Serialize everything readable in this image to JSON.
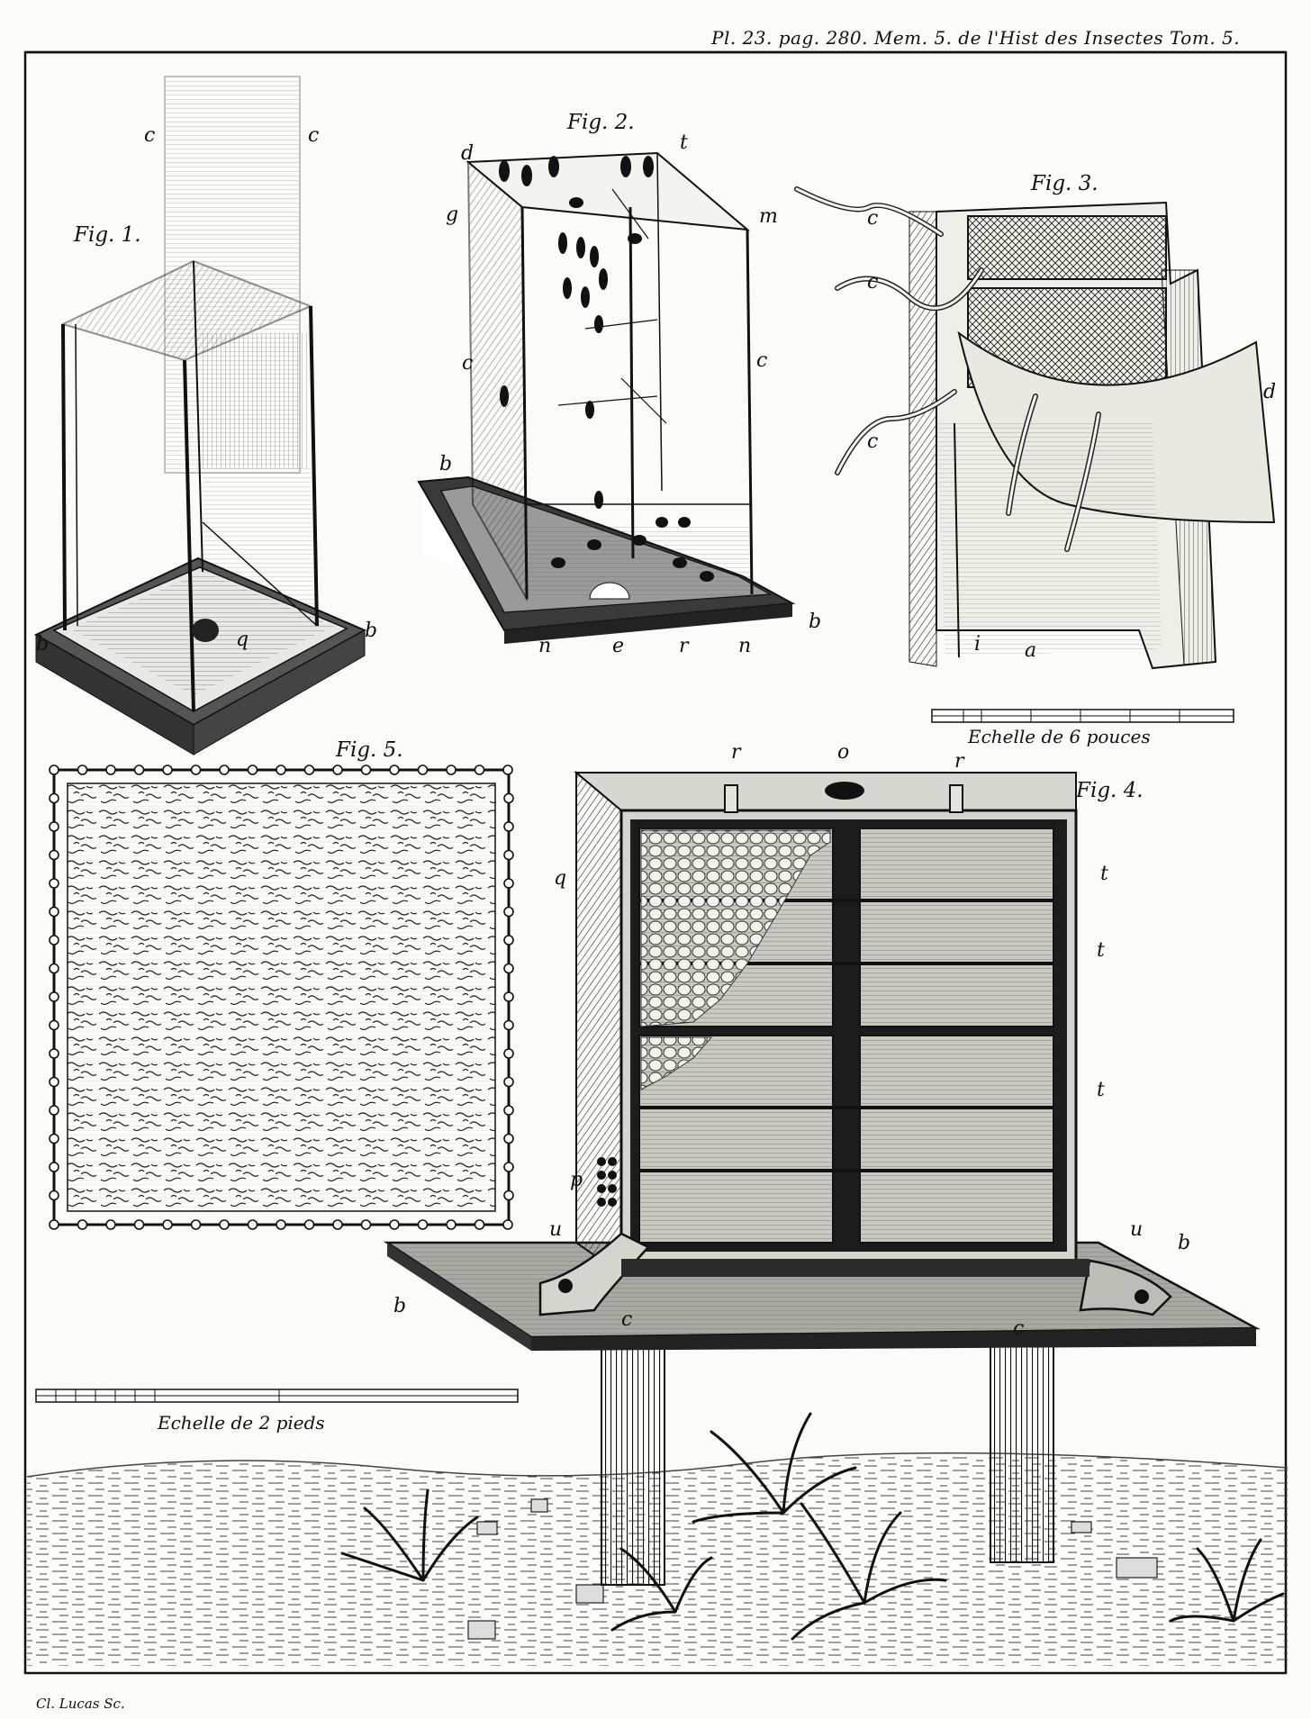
{
  "header": "Pl. 23. pag. 280. Mem. 5. de l'Hist des Insectes Tom. 5.",
  "credit": "Cl. Lucas Sc.",
  "figures": {
    "fig1": {
      "title": "Fig. 1.",
      "labels": {
        "c1": "c",
        "c2": "c",
        "b1": "b",
        "b2": "b",
        "q": "q"
      }
    },
    "fig2": {
      "title": "Fig. 2.",
      "labels": {
        "d": "d",
        "t": "t",
        "g": "g",
        "m": "m",
        "c1": "c",
        "c2": "c",
        "b1": "b",
        "b2": "b",
        "n1": "n",
        "e": "e",
        "r": "r",
        "n2": "n"
      }
    },
    "fig3": {
      "title": "Fig. 3.",
      "labels": {
        "c1": "c",
        "c2": "c",
        "c3": "c",
        "d": "d",
        "i": "i",
        "a": "a"
      }
    },
    "fig4": {
      "title": "Fig. 4.",
      "labels": {
        "r1": "r",
        "o": "o",
        "r2": "r",
        "q": "q",
        "t1": "t",
        "t2": "t",
        "t3": "t",
        "p": "p",
        "u1": "u",
        "u2": "u",
        "b1": "b",
        "b2": "b",
        "c1": "c",
        "c2": "c"
      }
    },
    "fig5": {
      "title": "Fig. 5."
    }
  },
  "scales": {
    "six_inches": "Echelle de 6 pouces",
    "two_feet": "Echelle de 2 pieds"
  },
  "colors": {
    "ink": "#151515",
    "paper": "#fbfbf9",
    "shade": "#6b6b6b"
  }
}
